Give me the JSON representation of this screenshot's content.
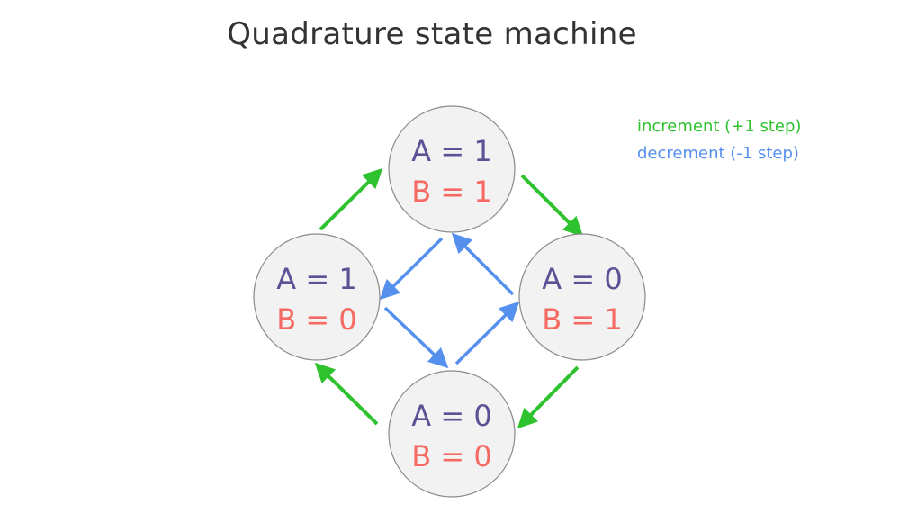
{
  "title": "Quadrature state machine",
  "colors": {
    "increment": "#2ec22e",
    "decrement": "#5590ef",
    "a_label": "#5b5296",
    "b_label": "#f56b63",
    "node_fill": "#f2f2f2",
    "node_border": "#8a8a8a",
    "title": "#333333"
  },
  "legend": {
    "increment": "increment (+1 step)",
    "decrement": "decrement (-1 step)"
  },
  "states": [
    {
      "id": "top",
      "a": "A = 1",
      "b": "B = 1"
    },
    {
      "id": "left",
      "a": "A = 1",
      "b": "B = 0"
    },
    {
      "id": "right",
      "a": "A = 0",
      "b": "B = 1"
    },
    {
      "id": "bottom",
      "a": "A = 0",
      "b": "B = 0"
    }
  ],
  "transitions": {
    "increment": [
      {
        "from": "left",
        "to": "top"
      },
      {
        "from": "top",
        "to": "right"
      },
      {
        "from": "right",
        "to": "bottom"
      },
      {
        "from": "bottom",
        "to": "left"
      }
    ],
    "decrement": [
      {
        "from": "top",
        "to": "left"
      },
      {
        "from": "left",
        "to": "bottom"
      },
      {
        "from": "bottom",
        "to": "right"
      },
      {
        "from": "right",
        "to": "top"
      }
    ]
  }
}
